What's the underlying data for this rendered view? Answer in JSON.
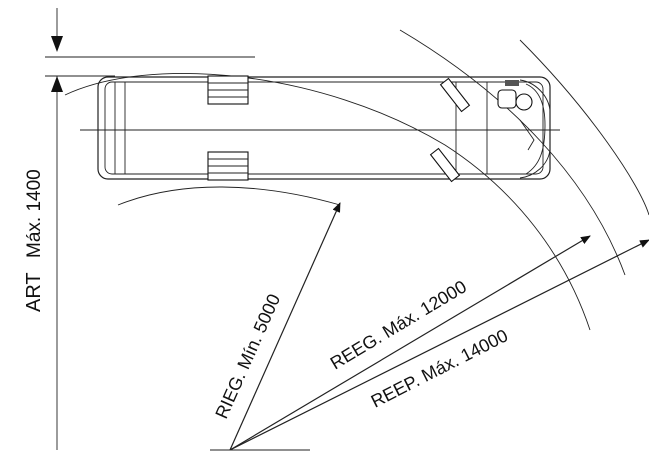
{
  "labels": {
    "art_label": "ART",
    "art_value": "Máx. 1400",
    "rieg": "RIEG. Mín. 5000",
    "reeg": "REEG. Máx. 12000",
    "reep": "REEP. Máx. 14000"
  }
}
